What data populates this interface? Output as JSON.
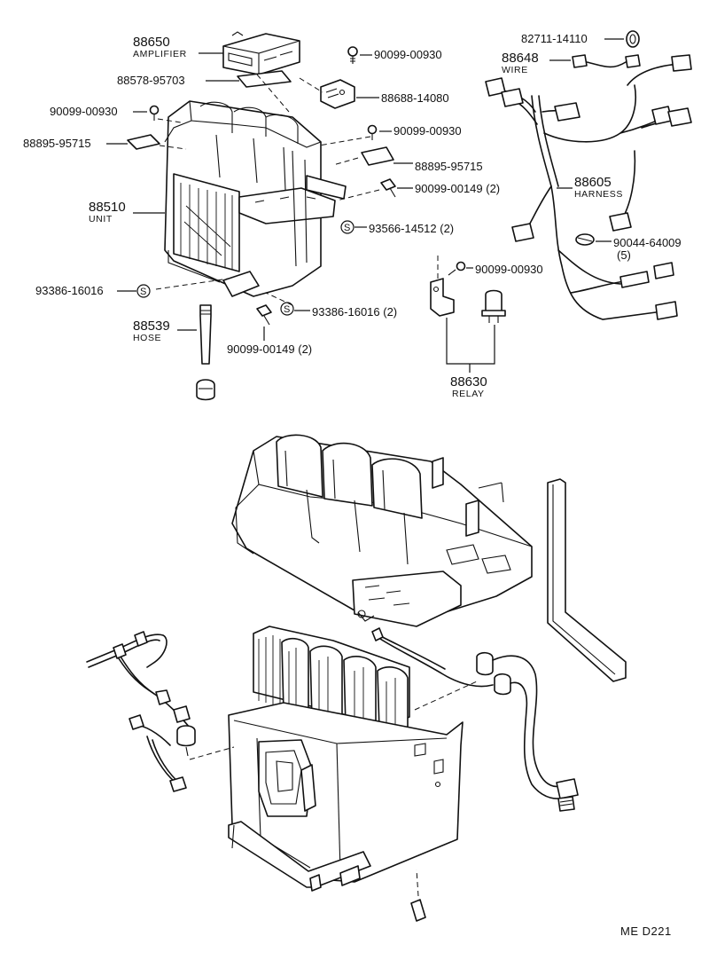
{
  "diagram": {
    "doc_code": "ME  D221",
    "parts": [
      {
        "num": "88650",
        "name": "AMPLIFIER"
      },
      {
        "num": "88578-95703"
      },
      {
        "num": "90099-00930"
      },
      {
        "num": "88688-14080"
      },
      {
        "num": "90099-00930"
      },
      {
        "num": "90099-00930"
      },
      {
        "num": "88895-95715"
      },
      {
        "num": "88895-95715"
      },
      {
        "num": "90099-00149 (2)"
      },
      {
        "num": "88510",
        "name": "UNIT"
      },
      {
        "num": "93566-14512 (2)"
      },
      {
        "num": "93386-16016"
      },
      {
        "num": "93386-16016 (2)"
      },
      {
        "num": "88539",
        "name": "HOSE"
      },
      {
        "num": "90099-00149 (2)"
      },
      {
        "num": "82711-14110"
      },
      {
        "num": "88648",
        "name": "WIRE"
      },
      {
        "num": "88605",
        "name": "HARNESS"
      },
      {
        "num": "90044-64009",
        "qty": "(5)"
      },
      {
        "num": "90099-00930"
      },
      {
        "num": "88630",
        "name": "RELAY"
      }
    ],
    "symbols": {
      "stud": "S"
    }
  }
}
